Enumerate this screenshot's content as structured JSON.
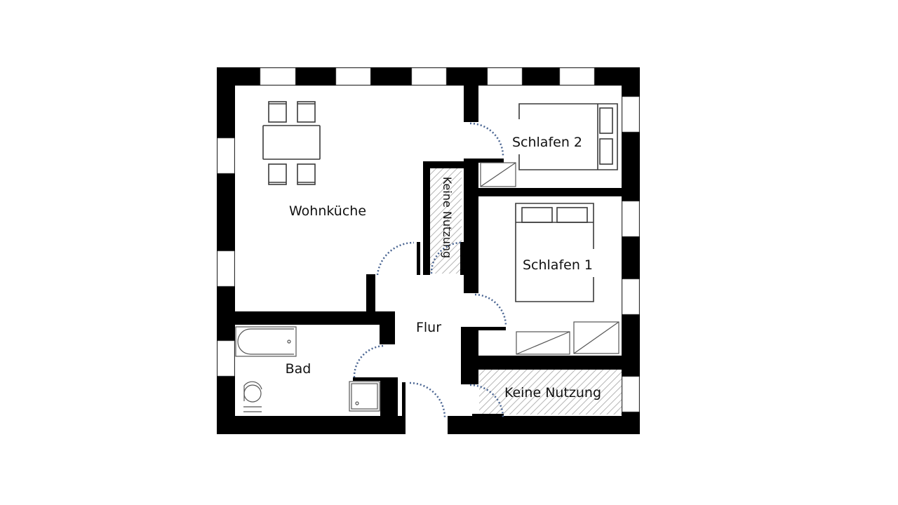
{
  "diagram": {
    "type": "floor-plan",
    "rooms": {
      "wohnkueche": {
        "label": "Wohnküche"
      },
      "schlafen2": {
        "label": "Schlafen 2"
      },
      "schlafen1": {
        "label": "Schlafen 1"
      },
      "flur": {
        "label": "Flur"
      },
      "bad": {
        "label": "Bad"
      },
      "keine_nutzung_vertical": {
        "label": "Keine Nutzung"
      },
      "keine_nutzung_bottom": {
        "label": "Keine Nutzung"
      }
    },
    "colors": {
      "wall": "#000000",
      "window": "#ffffff",
      "door_swing": "#4a6592",
      "furniture": "#444444",
      "hatch": "#b5b5b5"
    },
    "furniture": [
      "dining-table",
      "chair",
      "chair",
      "chair",
      "chair",
      "double-bed",
      "double-bed",
      "wardrobe",
      "wardrobe",
      "wardrobe",
      "bathtub",
      "toilet",
      "shower"
    ]
  }
}
